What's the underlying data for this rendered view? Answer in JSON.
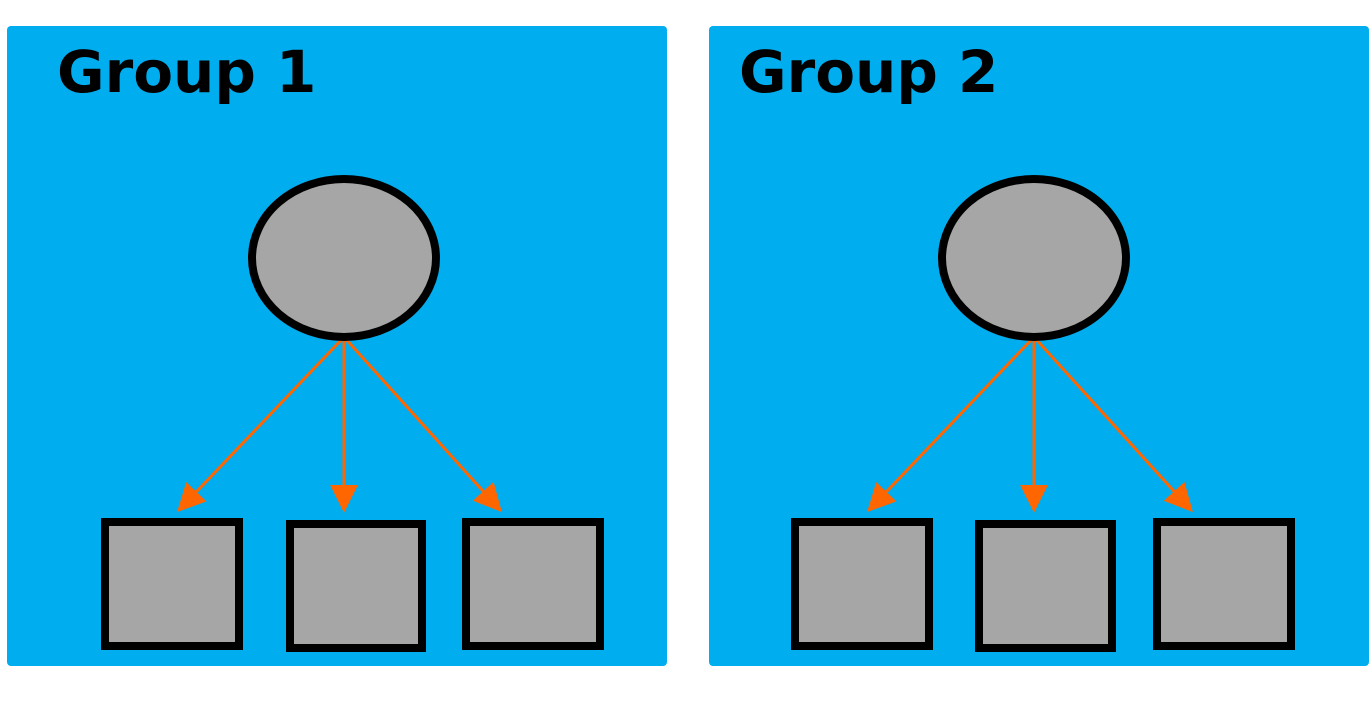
{
  "colors": {
    "panel_background": "#00AEEF",
    "shape_fill": "#A6A6A6",
    "shape_stroke": "#000000",
    "arrow": "#FF6600",
    "title_text": "#000000"
  },
  "groups": [
    {
      "title": "Group 1",
      "latent_shape": "ellipse",
      "indicator_shape": "square",
      "indicator_count": 3
    },
    {
      "title": "Group 2",
      "latent_shape": "ellipse",
      "indicator_shape": "square",
      "indicator_count": 3
    }
  ]
}
